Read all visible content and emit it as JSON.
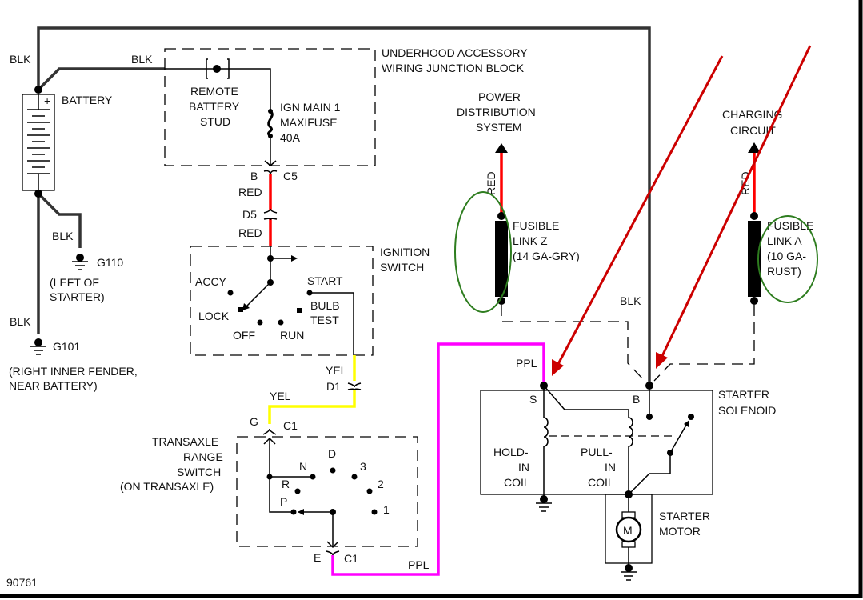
{
  "diagram": {
    "figure_id": "90761",
    "components": {
      "battery": {
        "label": "BATTERY",
        "pos_sign": "+",
        "neg_sign": "–"
      },
      "junction_block": {
        "label_line1": "UNDERHOOD ACCESSORY",
        "label_line2": "WIRING JUNCTION BLOCK"
      },
      "remote_stud": {
        "line1": "REMOTE",
        "line2": "BATTERY",
        "line3": "STUD"
      },
      "maxifuse": {
        "line1": "IGN MAIN 1",
        "line2": "MAXIFUSE",
        "line3": "40A"
      },
      "ignition_switch": {
        "label_line1": "IGNITION",
        "label_line2": "SWITCH",
        "positions": {
          "accy": "ACCY",
          "lock": "LOCK",
          "off": "OFF",
          "run": "RUN",
          "start": "START",
          "bulb": "BULB",
          "test": "TEST"
        }
      },
      "transaxle_switch": {
        "label_line1": "TRANSAXLE",
        "label_line2": "RANGE",
        "label_line3": "SWITCH",
        "label_line4": "(ON TRANSAXLE)",
        "positions": {
          "p": "P",
          "r": "R",
          "n": "N",
          "d": "D",
          "three": "3",
          "two": "2",
          "one": "1"
        }
      },
      "power_distribution": {
        "line1": "POWER",
        "line2": "DISTRIBUTION",
        "line3": "SYSTEM"
      },
      "charging_circuit": {
        "line1": "CHARGING",
        "line2": "CIRCUIT"
      },
      "fusible_link_z": {
        "line1": "FUSIBLE",
        "line2": "LINK Z",
        "line3": "(14 GA-GRY)"
      },
      "fusible_link_a": {
        "line1": "FUSIBLE",
        "line2": "LINK A",
        "line3": "(10 GA-",
        "line4": "RUST)"
      },
      "starter_solenoid": {
        "label_line1": "STARTER",
        "label_line2": "SOLENOID",
        "terminal_s": "S",
        "terminal_b": "B",
        "hold_in": {
          "line1": "HOLD-",
          "line2": "IN",
          "line3": "COIL"
        },
        "pull_in": {
          "line1": "PULL-",
          "line2": "IN",
          "line3": "COIL"
        }
      },
      "starter_motor": {
        "line1": "STARTER",
        "line2": "MOTOR",
        "symbol": "M"
      }
    },
    "grounds": {
      "g110": {
        "id": "G110",
        "loc_line1": "(LEFT OF",
        "loc_line2": "STARTER)"
      },
      "g101": {
        "id": "G101",
        "loc_line1": "(RIGHT INNER FENDER,",
        "loc_line2": "NEAR BATTERY)"
      }
    },
    "connectors": {
      "c5": {
        "pin": "B",
        "name": "C5"
      },
      "d5": {
        "name": "D5"
      },
      "d1": {
        "name": "D1"
      },
      "c1_top": {
        "pin": "G",
        "name": "C1"
      },
      "c1_bottom": {
        "pin": "E",
        "name": "C1"
      }
    },
    "wire_labels": {
      "blk_top_left": "BLK",
      "blk_to_stud": "BLK",
      "blk_g110": "BLK",
      "blk_g101": "BLK",
      "blk_solenoid": "BLK",
      "red_c5": "RED",
      "red_d5": "RED",
      "red_pds": "RED",
      "red_charging": "RED",
      "yel_d1": "YEL",
      "yel_c1": "YEL",
      "ppl_solenoid": "PPL",
      "ppl_bottom": "PPL"
    },
    "wire_colors": {
      "blk": "#333333",
      "red": "#ff0000",
      "yel": "#ffff00",
      "ppl": "#ff00ff",
      "annotation_arrow": "#cc0000",
      "annotation_circle": "#2e7d1f"
    }
  }
}
